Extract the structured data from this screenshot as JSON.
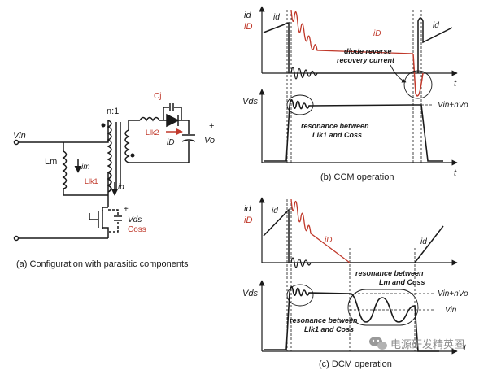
{
  "colors": {
    "ink": "#1a1a1a",
    "accent": "#c0392b",
    "bg": "#ffffff"
  },
  "circuit": {
    "vin": "Vin",
    "lm": "Lm",
    "im": "im",
    "ratio": "n:1",
    "cj": "Cj",
    "llk2": "Llk2",
    "iD": "iD",
    "plus": "+",
    "vo": "Vo",
    "llk1": "Llk1",
    "id": "id",
    "vds": "Vds",
    "coss": "Coss",
    "caption": "(a) Configuration with parasitic components"
  },
  "ccm": {
    "y_id": "id",
    "y_iD": "iD",
    "id_label": "id",
    "iD_label": "iD",
    "id_label_right": "id",
    "annotation_line1": "diode reverse",
    "annotation_line2": "recovery current",
    "t_axis": "t",
    "y_vds": "Vds",
    "vin_nvo": "Vin+nVo",
    "res_line1": "resonance between",
    "res_line2": "Llk1 and Coss",
    "t_axis2": "t",
    "caption": "(b) CCM operation"
  },
  "dcm": {
    "y_id": "id",
    "y_iD": "iD",
    "id_label": "id",
    "iD_label": "iD",
    "id_label_right": "id",
    "res_top_line1": "resonance between",
    "res_top_line2": "Lm and Coss",
    "y_vds": "Vds",
    "vin_nvo": "Vin+nVo",
    "vin": "Vin",
    "res_bot_line1": "resonance between",
    "res_bot_line2": "Llk1 and Coss",
    "t_axis": "t",
    "caption": "(c) DCM operation"
  },
  "watermark": {
    "icon": "wechat-icon",
    "text": "电源研发精英圈"
  }
}
